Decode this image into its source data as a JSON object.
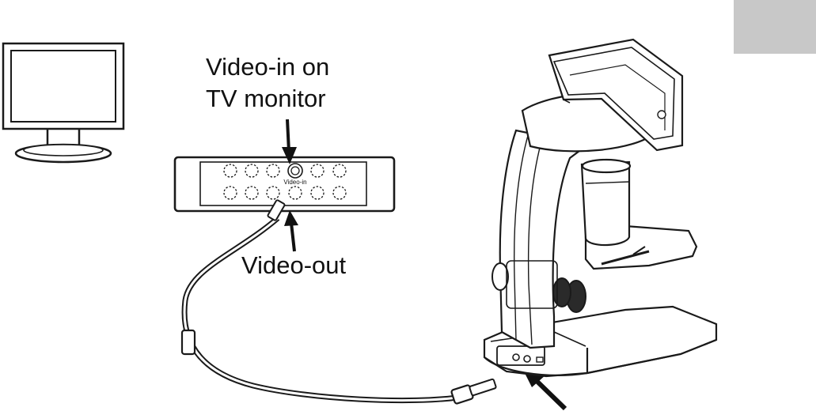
{
  "labels": {
    "video_in_line1": "Video-in on",
    "video_in_line2": "TV monitor",
    "video_out": "Video-out",
    "jack_label": "Video-in"
  },
  "colors": {
    "line": "#1a1a1a",
    "tab": "#c8c8c8",
    "background": "#ffffff"
  },
  "icons": {
    "monitor": "tv-monitor-icon",
    "panel": "tv-rear-panel",
    "microscope": "lcd-digital-microscope",
    "cable": "video-cable"
  }
}
